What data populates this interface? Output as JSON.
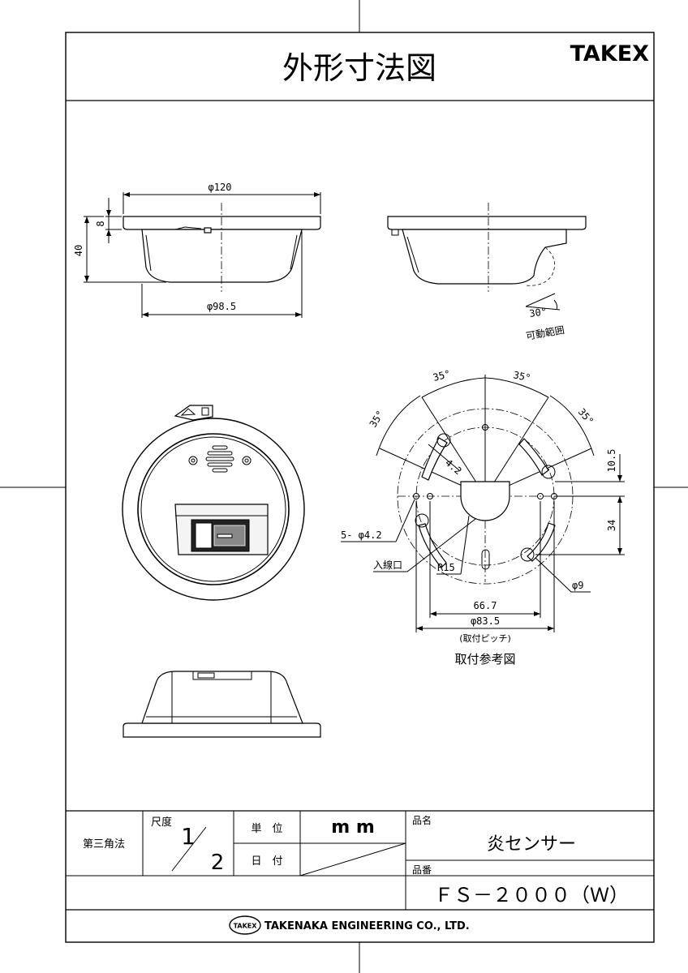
{
  "header": {
    "title": "外形寸法図",
    "brand": "TAKEX"
  },
  "dimensions": {
    "top_diameter": "φ120",
    "bottom_diameter": "φ98.5",
    "flange_height": "8",
    "total_height": "40",
    "tilt_angle": "30°",
    "tilt_caption": "可動範囲"
  },
  "mounting": {
    "angle_1": "35°",
    "angle_2": "35°",
    "angle_3": "35°",
    "angle_4": "35°",
    "slot_width": "4.2",
    "offset_top": "10.5",
    "offset_bottom": "34",
    "hole_callout": "5- φ4.2",
    "entry_label": "入線口",
    "radius": "R15",
    "slot_diameter": "φ9",
    "inner_pitch": "66.7",
    "outer_pitch": "φ83.5",
    "pitch_caption": "(取付ピッチ)",
    "figure_caption": "取付参考図"
  },
  "title_block": {
    "projection": "第三角法",
    "scale_label": "尺度",
    "scale_num": "1",
    "scale_den": "2",
    "unit_label": "単　位",
    "unit_value": "m m",
    "date_label": "日　付",
    "name_label": "品名",
    "name_value": "炎センサー",
    "part_label": "品番",
    "part_value": "ＦＳ－２０００（Ｗ）",
    "company_logo": "TAKEX",
    "company": "TAKENAKA ENGINEERING CO., LTD."
  }
}
